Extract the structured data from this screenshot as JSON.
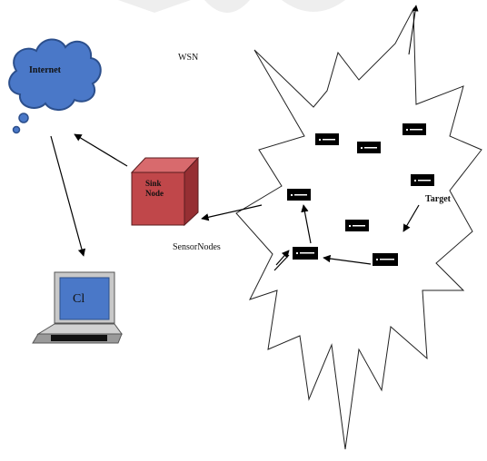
{
  "labels": {
    "wsn": "WSN",
    "internet": "Internet",
    "sink_line1": "Sink",
    "sink_line2": "Node",
    "sensor_nodes": "SensorNodes",
    "target": "Target",
    "cl": "Cl"
  },
  "colors": {
    "cloud_fill": "#4a78c8",
    "cloud_stroke": "#2c4f8c",
    "sink_front": "#c0474a",
    "sink_top": "#d86a6d",
    "sink_side": "#962f33",
    "screen_fill": "#4a78c8",
    "node_fill": "#000000"
  },
  "icons": [
    "cloud-icon",
    "cube-icon",
    "laptop-icon",
    "sensor-node-icon"
  ]
}
